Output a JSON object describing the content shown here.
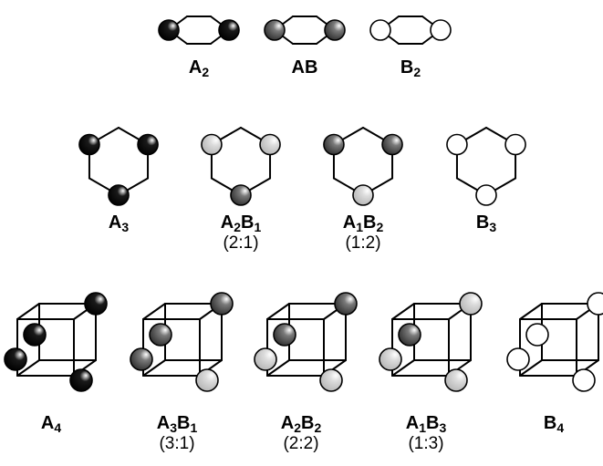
{
  "rows": [
    {
      "kind": "diatomic",
      "items": [
        {
          "main": "A",
          "sub": "2",
          "main2": "",
          "sub2": "",
          "ratio": "",
          "balls": [
            "black",
            "black"
          ]
        },
        {
          "main": "AB",
          "sub": "",
          "main2": "",
          "sub2": "",
          "ratio": "",
          "balls": [
            "grey",
            "grey"
          ]
        },
        {
          "main": "B",
          "sub": "2",
          "main2": "",
          "sub2": "",
          "ratio": "",
          "balls": [
            "white",
            "white"
          ]
        }
      ]
    },
    {
      "kind": "hexagon",
      "items": [
        {
          "main": "A",
          "sub": "3",
          "main2": "",
          "sub2": "",
          "ratio": "",
          "balls": [
            "black",
            "black",
            "black"
          ]
        },
        {
          "main": "A",
          "sub": "2",
          "main2": "B",
          "sub2": "1",
          "ratio": "(2:1)",
          "balls": [
            "light",
            "light",
            "grey"
          ]
        },
        {
          "main": "A",
          "sub": "1",
          "main2": "B",
          "sub2": "2",
          "ratio": "(1:2)",
          "balls": [
            "grey",
            "grey",
            "light"
          ]
        },
        {
          "main": "B",
          "sub": "3",
          "main2": "",
          "sub2": "",
          "ratio": "",
          "balls": [
            "white",
            "white",
            "white"
          ]
        }
      ]
    },
    {
      "kind": "cube",
      "items": [
        {
          "main": "A",
          "sub": "4",
          "main2": "",
          "sub2": "",
          "ratio": "",
          "balls": [
            "black",
            "black",
            "black",
            "black"
          ]
        },
        {
          "main": "A",
          "sub": "3",
          "main2": "B",
          "sub2": "1",
          "ratio": "(3:1)",
          "balls": [
            "grey",
            "grey",
            "grey",
            "light"
          ]
        },
        {
          "main": "A",
          "sub": "2",
          "main2": "B",
          "sub2": "2",
          "ratio": "(2:2)",
          "balls": [
            "grey",
            "grey",
            "light",
            "light"
          ]
        },
        {
          "main": "A",
          "sub": "1",
          "main2": "B",
          "sub2": "3",
          "ratio": "(1:3)",
          "balls": [
            "light",
            "grey",
            "light",
            "light"
          ]
        },
        {
          "main": "B",
          "sub": "4",
          "main2": "",
          "sub2": "",
          "ratio": "",
          "balls": [
            "white",
            "white",
            "white",
            "white"
          ]
        }
      ]
    }
  ],
  "colors": {
    "black": {
      "stops": [
        "#ffffff",
        "#1a1a1a",
        "#000000"
      ]
    },
    "grey": {
      "stops": [
        "#ffffff",
        "#7a7a7a",
        "#2e2e2e"
      ]
    },
    "light": {
      "stops": [
        "#ffffff",
        "#dcdcdc",
        "#b5b5b5"
      ]
    },
    "white": {
      "stops": [
        "#ffffff",
        "#ffffff",
        "#ffffff"
      ]
    },
    "stroke": "#000000"
  }
}
